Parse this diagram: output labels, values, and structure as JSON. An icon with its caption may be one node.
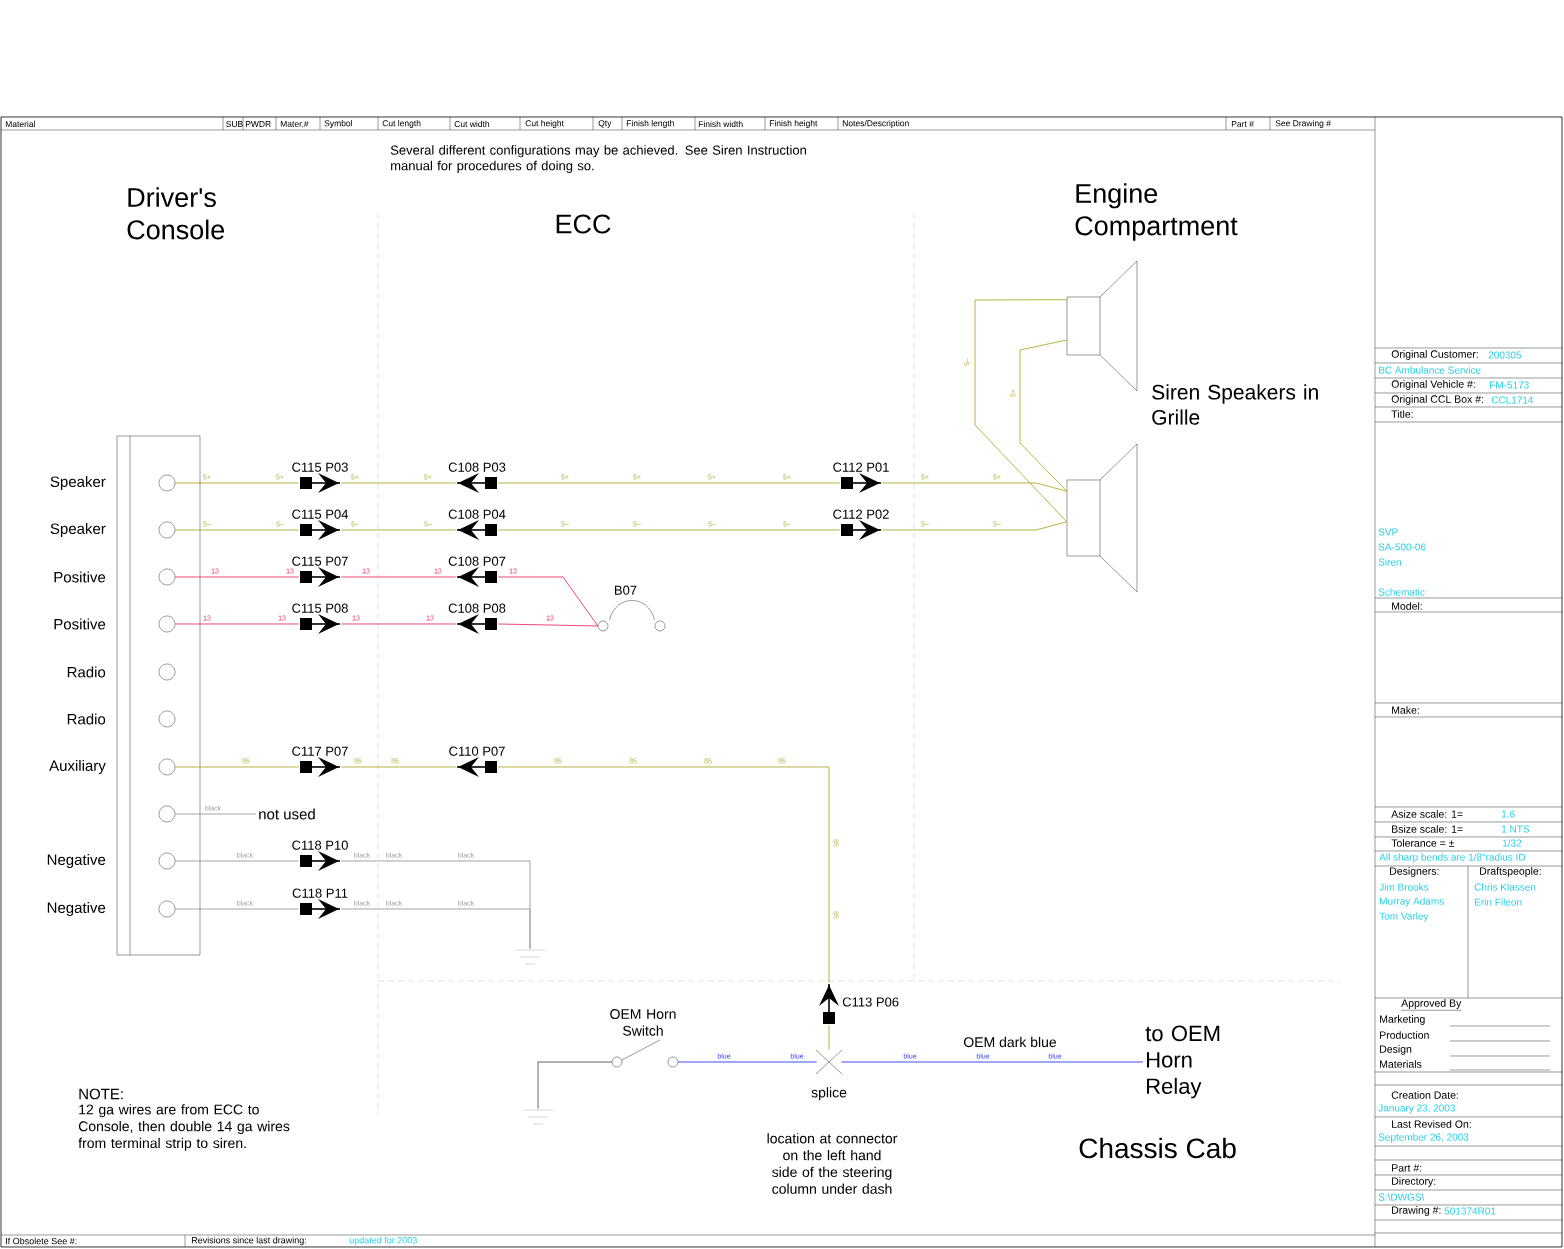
{
  "diagram": {
    "nodes": [
      {
        "text": [],
        "shape": "box"
      },
      {
        "text": [],
        "shape": "circle",
        "in": 0,
        "beside": [
          "Speaker"
        ]
      },
      {
        "text": [],
        "shape": "circle",
        "in": 0,
        "beside": [
          "Speaker"
        ]
      },
      {
        "text": [],
        "shape": "circle",
        "in": 0,
        "beside": [
          "Positive"
        ]
      },
      {
        "text": [],
        "shape": "circle",
        "in": 0,
        "beside": [
          "Positive"
        ]
      },
      {
        "text": [],
        "shape": "circle",
        "in": 0,
        "beside": [
          "Radio"
        ]
      },
      {
        "text": [],
        "shape": "circle",
        "in": 0,
        "beside": [
          "Radio"
        ]
      },
      {
        "text": [],
        "shape": "circle",
        "in": 0,
        "beside": [
          "Auxiliary"
        ]
      },
      {
        "text": [],
        "shape": "circle",
        "in": 0
      },
      {
        "text": [],
        "shape": "circle",
        "in": 0,
        "beside": [
          "Negative"
        ]
      },
      {
        "text": [],
        "shape": "circle",
        "in": 0,
        "beside": [
          "Negative"
        ]
      },
      {
        "text": [
          "C115 P03"
        ]
      },
      {
        "text": [
          "C108 P03"
        ]
      },
      {
        "text": [
          "C112 P01"
        ]
      },
      {
        "text": [
          "C115 P04"
        ]
      },
      {
        "text": [
          "C108 P04"
        ]
      },
      {
        "text": [
          "C112 P02"
        ]
      },
      {
        "text": [
          "C115 P07"
        ]
      },
      {
        "text": [
          "C108 P07"
        ]
      },
      {
        "text": [
          "C115 P08"
        ]
      },
      {
        "text": [
          "C108 P08"
        ]
      },
      {
        "text": [
          "B07"
        ]
      },
      {
        "text": [
          "C117 P07"
        ]
      },
      {
        "text": [
          "C110 P07"
        ]
      },
      {
        "text": [
          "not used"
        ]
      },
      {
        "text": [
          "C118 P10"
        ]
      },
      {
        "text": [
          "C118 P11"
        ]
      },
      {
        "text": [],
        "shape": "ground"
      },
      {
        "text": [
          "C113 P06"
        ]
      },
      {
        "text": [
          "splice"
        ]
      },
      {
        "text": [
          "OEM Horn Switch"
        ]
      },
      {
        "text": [],
        "shape": "ground"
      },
      {
        "text": [
          "to OEM Horn Relay"
        ]
      },
      {
        "text": [],
        "shape": "speaker"
      },
      {
        "text": [],
        "shape": "speaker"
      },
      {
        "text": [],
        "shape": "circle"
      },
      {
        "text": [],
        "shape": "circle"
      },
      {
        "text": [],
        "shape": "circle",
        "in": 30
      },
      {
        "text": [],
        "shape": "circle",
        "in": 30
      }
    ],
    "edges": [
      {
        "from": 1,
        "to": 11,
        "arrow": "none"
      },
      {
        "from": 11,
        "to": 12,
        "arrow": "none"
      },
      {
        "from": 12,
        "to": 13,
        "arrow": "none"
      },
      {
        "from": 13,
        "to": 34,
        "arrow": "none"
      },
      {
        "from": 2,
        "to": 14,
        "arrow": "none"
      },
      {
        "from": 14,
        "to": 15,
        "arrow": "none"
      },
      {
        "from": 15,
        "to": 16,
        "arrow": "none"
      },
      {
        "from": 16,
        "to": 34,
        "arrow": "none"
      },
      {
        "from": 33,
        "to": 34,
        "arrow": "none"
      },
      {
        "from": 33,
        "to": 34,
        "arrow": "none"
      },
      {
        "from": 3,
        "to": 17,
        "arrow": "none",
        "color": "#e8346a"
      },
      {
        "from": 17,
        "to": 18,
        "arrow": "none",
        "color": "#e8346a"
      },
      {
        "from": 18,
        "to": 35,
        "arrow": "none",
        "color": "#e8346a"
      },
      {
        "from": 4,
        "to": 19,
        "arrow": "none",
        "color": "#e8346a"
      },
      {
        "from": 19,
        "to": 20,
        "arrow": "none",
        "color": "#e8346a"
      },
      {
        "from": 20,
        "to": 35,
        "arrow": "none",
        "color": "#e8346a"
      },
      {
        "from": 7,
        "to": 22,
        "arrow": "none"
      },
      {
        "from": 22,
        "to": 23,
        "arrow": "none"
      },
      {
        "from": 23,
        "to": 28,
        "arrow": "none"
      },
      {
        "from": 28,
        "to": 29,
        "arrow": "none"
      },
      {
        "from": 8,
        "to": 24,
        "arrow": "none",
        "color": "#9a9a9a"
      },
      {
        "from": 9,
        "to": 25,
        "arrow": "none",
        "color": "#9a9a9a"
      },
      {
        "from": 25,
        "to": 27,
        "arrow": "none",
        "color": "#9a9a9a"
      },
      {
        "from": 10,
        "to": 26,
        "arrow": "none",
        "color": "#9a9a9a"
      },
      {
        "from": 26,
        "to": 27,
        "arrow": "none",
        "color": "#9a9a9a"
      },
      {
        "from": 37,
        "to": 31,
        "arrow": "none",
        "color": "#555555"
      },
      {
        "from": 38,
        "to": 29,
        "arrow": "none",
        "color": "#2a3ee8"
      },
      {
        "from": 29,
        "to": 32,
        "arrow": "none",
        "color": "#2a3ee8",
        "label": "OEM dark blue"
      }
    ],
    "labels": [
      "Material",
      "SUB",
      "PWDR",
      "Mater.#",
      "Symbol",
      "Cut length",
      "Cut width",
      "Cut height",
      "Qty",
      "Finish length",
      "Finish width",
      "Finish height",
      "Notes/Description",
      "Part #",
      "See Drawing #",
      "Several different configurations may be achieved. See Siren Instruction manual for procedures of doing so.",
      "Driver's Console",
      "ECC",
      "Engine Compartment",
      "Siren Speakers in Grille",
      "5–",
      "5+",
      "5+",
      "5+",
      "5+",
      "5+",
      "5+",
      "5+",
      "5+",
      "5+",
      "5+",
      "5+",
      "5–",
      "5–",
      "5–",
      "5–",
      "5–",
      "5–",
      "5–",
      "5–",
      "5–",
      "5–",
      "13",
      "13",
      "13",
      "13",
      "13",
      "13",
      "13",
      "13",
      "13",
      "13",
      "85",
      "85",
      "85",
      "85",
      "85",
      "85",
      "85",
      "85",
      "85",
      "black",
      "black",
      "black",
      "black",
      "black",
      "black",
      "black",
      "black",
      "black",
      "blue",
      "blue",
      "blue",
      "blue",
      "blue",
      "NOTE:",
      "12 ga wires are from ECC to Console, then double 14 ga wires from terminal strip to siren.",
      "Chassis Cab",
      "location at connector on the left hand side of the steering column under dash",
      "If Obsolete See #:",
      "Revisions since last drawing:",
      "updated for 2003",
      "Original Customer:",
      "200305",
      "BC Ambulance Service",
      "Original Vehicle #:",
      "FM-5173",
      "Original CCL Box #:",
      "CCL1714",
      "Title:",
      "SVP",
      "SA-500-06",
      "Siren",
      "Schematic",
      "Model:",
      "Make:",
      "Asize scale: 1=",
      "1.6",
      "Bsize scale: 1=",
      "1 NTS",
      "Tolerance = ±",
      "1/32",
      "All sharp bends are 1/8\"radius ID",
      "Designers:",
      "Draftspeople:",
      "Jim Brooks",
      "Murray Adams",
      "Tom Varley",
      "Chris Klassen",
      "Erin Fileon",
      "Approved By",
      "Marketing",
      "Production",
      "Design",
      "Materials",
      "Creation Date:",
      "January 23, 2003",
      "Last Revised On:",
      "September 26, 2003",
      "Part #:",
      "Directory:",
      "S:\\DWGS\\",
      "Drawing #:",
      "501374R01"
    ]
  }
}
